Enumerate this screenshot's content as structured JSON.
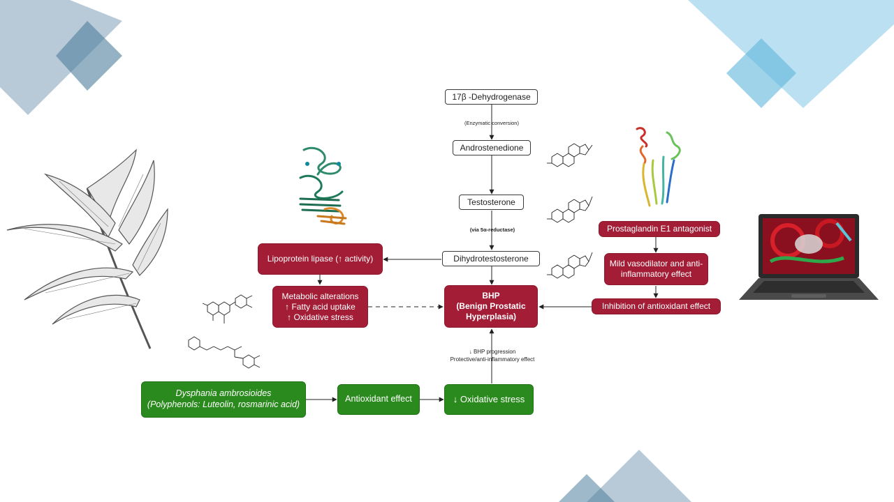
{
  "nodes": {
    "dehydrogenase": "17β -Dehydrogenase",
    "androstenedione": "Androstenedione",
    "testosterone": "Testosterone",
    "dht": "Dihydrotestosterone",
    "lipoprotein": "Lipoprotein lipase (↑ activity)",
    "metabolic": [
      "Metabolic alterations",
      "↑ Fatty acid uptake",
      "↑ Oxidative stress"
    ],
    "bhp": [
      "BHP",
      "(Benign Prostatic",
      "Hyperplasia)"
    ],
    "prostaglandin": "Prostaglandin E1 antagonist",
    "vasodilator": [
      "Mild vasodilator and anti-",
      "inflammatory effect"
    ],
    "antioxidant_inhibition": "Inhibition of antioxidant effect",
    "plant": [
      "Dysphania ambrosioides",
      "(Polyphenols: Luteolin, rosmarinic acid)"
    ],
    "antioxidant_effect": "Antioxidant effect",
    "oxidative_decrease": "↓ Oxidative stress"
  },
  "edge_labels": {
    "enzymatic": "(Enzymatic conversion)",
    "reductase": "(via 5α-reductase)",
    "bhp_progression": "↓ BHP progression",
    "protective": "Protective/anti-inflammatory effect"
  },
  "colors": {
    "red_box": "#a31d36",
    "green_box": "#2b8a1e",
    "deco_blue_gray": "#7d9fb8",
    "deco_light_blue": "#8ccbe8"
  },
  "illustrations": [
    "plant-drawing",
    "protein-structure-green",
    "protein-structure-rainbow",
    "steroid-structure",
    "flavonoid-structure",
    "rosmarinic-acid-structure",
    "laptop-docking"
  ]
}
